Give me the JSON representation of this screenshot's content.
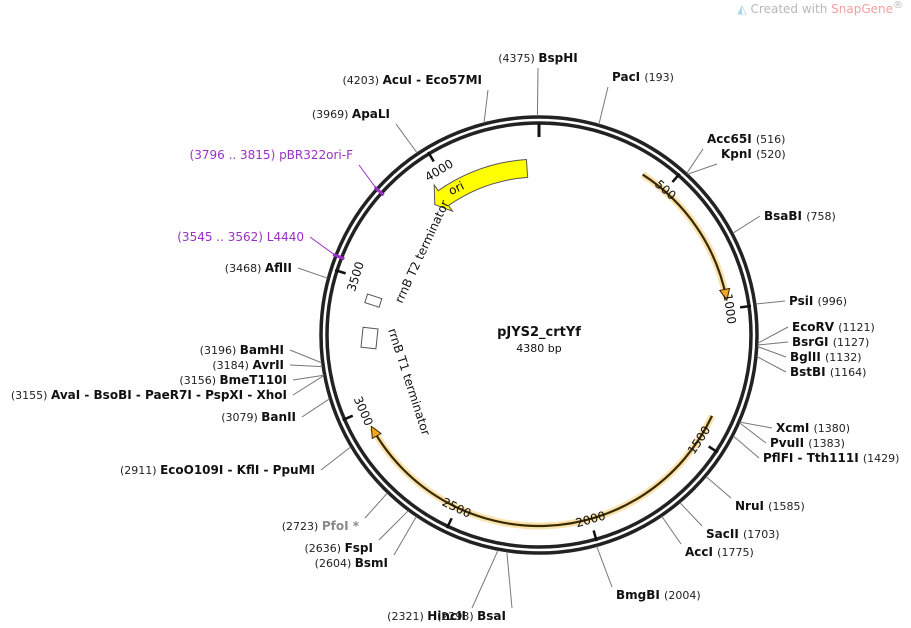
{
  "watermark": {
    "prefix": "Created with ",
    "brand": "SnapGene",
    "mark": "®"
  },
  "plasmid": {
    "name": "pJYS2_crtYf",
    "size_label": "4380 bp",
    "length": 4380
  },
  "ticks": [
    {
      "pos": 500,
      "label": "500"
    },
    {
      "pos": 1000,
      "label": "1000"
    },
    {
      "pos": 1500,
      "label": "1500"
    },
    {
      "pos": 2000,
      "label": "2000"
    },
    {
      "pos": 2500,
      "label": "2500"
    },
    {
      "pos": 3000,
      "label": "3000"
    },
    {
      "pos": 3500,
      "label": "3500"
    },
    {
      "pos": 4000,
      "label": "4000"
    }
  ],
  "features": [
    {
      "label": "ori",
      "color": "#ffff00"
    },
    {
      "label": "rrnB T2 terminator"
    },
    {
      "label": "rrnB T1 terminator"
    }
  ],
  "arcs": [
    {
      "start": 400,
      "end": 960,
      "color": "#f5a623"
    },
    {
      "start": 1400,
      "end": 2930,
      "color": "#f5a623"
    }
  ],
  "sites": [
    {
      "pos": 4375,
      "pos_label": "(4375)",
      "name": "BspHI"
    },
    {
      "pos": 4203,
      "pos_label": "(4203)",
      "name": "AcuI  -  Eco57MI"
    },
    {
      "pos": 3969,
      "pos_label": "(3969)",
      "name": "ApaLI"
    },
    {
      "pos": 3796,
      "pos_label": "(3796 .. 3815)",
      "name": "pBR322ori-F",
      "kind": "primer"
    },
    {
      "pos": 3545,
      "pos_label": "(3545 .. 3562)",
      "name": "L4440",
      "kind": "primer"
    },
    {
      "pos": 3468,
      "pos_label": "(3468)",
      "name": "AflII"
    },
    {
      "pos": 3196,
      "pos_label": "(3196)",
      "name": "BamHI"
    },
    {
      "pos": 3184,
      "pos_label": "(3184)",
      "name": "AvrII"
    },
    {
      "pos": 3156,
      "pos_label": "(3156)",
      "name": "BmeT110I"
    },
    {
      "pos": 3155,
      "pos_label": "(3155)",
      "name": "AvaI  -  BsoBI  -  PaeR7I  -  PspXI  -  XhoI"
    },
    {
      "pos": 3079,
      "pos_label": "(3079)",
      "name": "BanII"
    },
    {
      "pos": 2911,
      "pos_label": "(2911)",
      "name": "EcoO109I  -  KflI  -  PpuMI"
    },
    {
      "pos": 2723,
      "pos_label": "(2723)",
      "name": "PfoI *",
      "kind": "gray"
    },
    {
      "pos": 2636,
      "pos_label": "(2636)",
      "name": "FspI"
    },
    {
      "pos": 2604,
      "pos_label": "(2604)",
      "name": "BsmI"
    },
    {
      "pos": 2321,
      "pos_label": "(2321)",
      "name": "HincII"
    },
    {
      "pos": 2293,
      "pos_label": "(2293)",
      "name": "BsaI"
    },
    {
      "pos": 2004,
      "pos_label": "(2004)",
      "name": "BmgBI"
    },
    {
      "pos": 1775,
      "pos_label": "(1775)",
      "name": "AccI"
    },
    {
      "pos": 1703,
      "pos_label": "(1703)",
      "name": "SacII"
    },
    {
      "pos": 1585,
      "pos_label": "(1585)",
      "name": "NruI"
    },
    {
      "pos": 1429,
      "pos_label": "(1429)",
      "name": "PflFI  -  Tth111I"
    },
    {
      "pos": 1383,
      "pos_label": "(1383)",
      "name": "PvuII"
    },
    {
      "pos": 1380,
      "pos_label": "(1380)",
      "name": "XcmI"
    },
    {
      "pos": 1164,
      "pos_label": "(1164)",
      "name": "BstBI"
    },
    {
      "pos": 1132,
      "pos_label": "(1132)",
      "name": "BglII"
    },
    {
      "pos": 1127,
      "pos_label": "(1127)",
      "name": "BsrGI"
    },
    {
      "pos": 1121,
      "pos_label": "(1121)",
      "name": "EcoRV"
    },
    {
      "pos": 996,
      "pos_label": "(996)",
      "name": "PsiI"
    },
    {
      "pos": 758,
      "pos_label": "(758)",
      "name": "BsaBI"
    },
    {
      "pos": 520,
      "pos_label": "(520)",
      "name": "KpnI"
    },
    {
      "pos": 516,
      "pos_label": "(516)",
      "name": "Acc65I"
    },
    {
      "pos": 193,
      "pos_label": "(193)",
      "name": "PacI"
    }
  ]
}
